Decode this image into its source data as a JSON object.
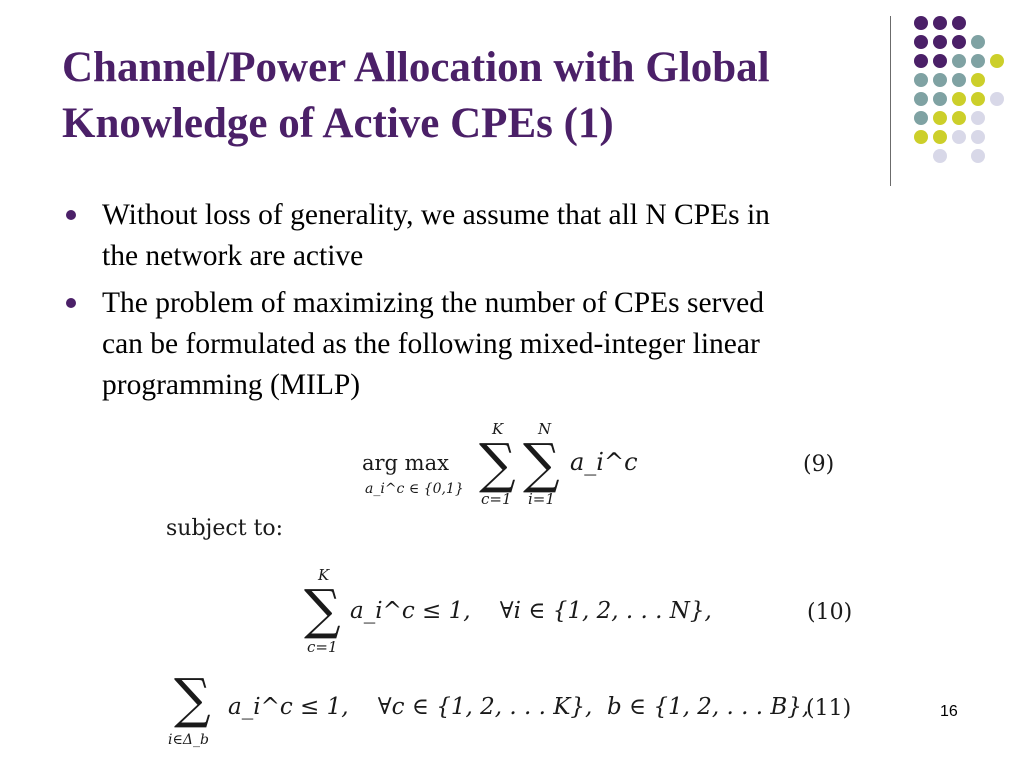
{
  "title": {
    "line1": "Channel/Power Allocation with Global",
    "line2": "Knowledge of Active CPEs (1)"
  },
  "bullets": [
    {
      "line1": "Without loss of generality, we assume that all N CPEs in",
      "line2": "the network are active"
    },
    {
      "line1": "The problem of maximizing the number of CPEs served",
      "line2": "can be formulated as the following mixed-integer linear",
      "line3": "programming (MILP)"
    }
  ],
  "equations": {
    "eq9": {
      "argmax": "arg max",
      "argmax_sub": "a_i^c ∈ {0,1}",
      "sum1_top": "K",
      "sum1_bottom": "c=1",
      "sum2_top": "N",
      "sum2_bottom": "i=1",
      "body": "a_i^c",
      "number": "(9)"
    },
    "subject_to": "subject to:",
    "eq10": {
      "sum_top": "K",
      "sum_bottom": "c=1",
      "body": "a_i^c ≤ 1,    ∀i ∈ {1, 2, . . . N},",
      "number": "(10)"
    },
    "eq11": {
      "sum_bottom": "i∈Δ_b",
      "body": "a_i^c ≤ 1,    ∀c ∈ {1, 2, . . . K},  b ∈ {1, 2, . . . B},",
      "number": "(11)"
    }
  },
  "page_number": "16",
  "colors": {
    "title": "#4b2068",
    "dot_purple": "#4b2068",
    "dot_teal": "#7fa2a3",
    "dot_lime": "#cccf2a",
    "dot_lavender": "#d8d8e8"
  }
}
